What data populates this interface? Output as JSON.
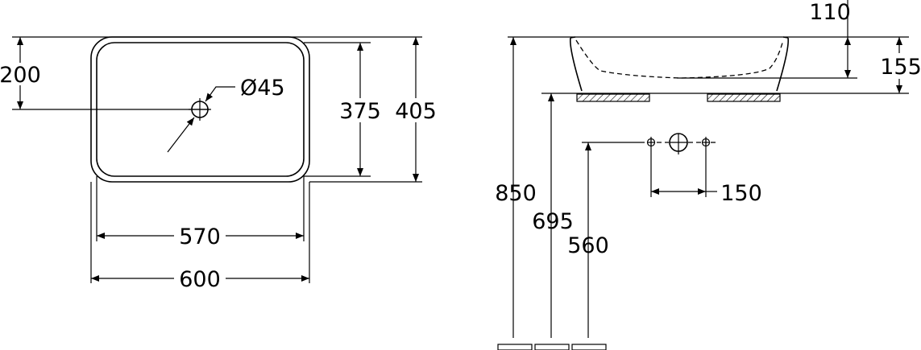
{
  "top_view": {
    "dim_drain_offset": "200",
    "dim_drain_diameter": "Ø45",
    "dim_inner_depth": "375",
    "dim_outer_depth": "405",
    "dim_inner_width": "570",
    "dim_outer_width": "600"
  },
  "side_view": {
    "dim_bowl_depth": "110",
    "dim_height": "155",
    "dim_rim_height": "850",
    "dim_counter_height": "695",
    "dim_waste_height": "560",
    "dim_tap_spacing": "150"
  }
}
